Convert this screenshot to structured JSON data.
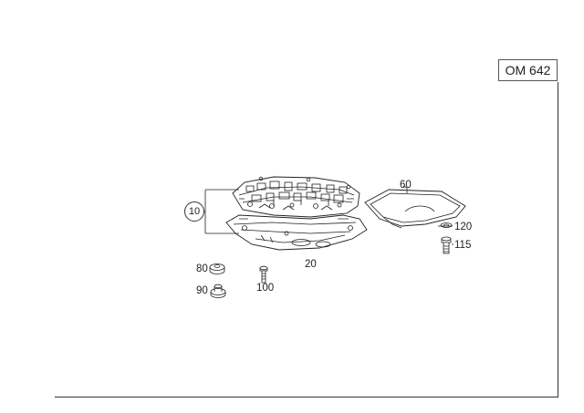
{
  "header": {
    "model_label": "OM 642"
  },
  "callouts": {
    "c10": "10",
    "c20": "20",
    "c60": "60",
    "c80": "80",
    "c90": "90",
    "c100": "100",
    "c115": "115",
    "c120": "120"
  }
}
